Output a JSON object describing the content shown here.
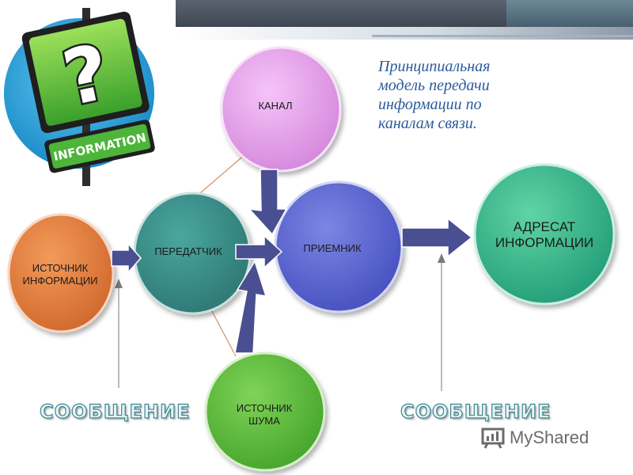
{
  "slide": {
    "title_lines": [
      "Принципиальная",
      "модель передачи",
      "информации по",
      "каналам связи."
    ]
  },
  "logo": {
    "sign_text": "INFORMATION",
    "symbol": "?"
  },
  "nodes": {
    "source": {
      "lines": [
        "ИСТОЧНИК",
        "ИНФОРМАЦИИ"
      ],
      "color": "#e07a3c"
    },
    "transmitter": {
      "lines": [
        "ПЕРЕДАТЧИК"
      ],
      "color": "#3c8f8a"
    },
    "channel": {
      "lines": [
        "КАНАЛ"
      ],
      "color": "#e9a3ee"
    },
    "receiver": {
      "lines": [
        "ПРИЕМНИК"
      ],
      "color": "#5a64cf"
    },
    "noise": {
      "lines": [
        "ИСТОЧНИК",
        "ШУМА"
      ],
      "color": "#5cb53b"
    },
    "recipient": {
      "lines": [
        "АДРЕСАТ",
        "ИНФОРМАЦИИ"
      ],
      "color": "#35b58d"
    }
  },
  "labels": {
    "message_left": "СООБЩЕНИЕ",
    "message_right": "СООБЩЕНИЕ"
  },
  "watermark": {
    "text": "MyShared"
  },
  "colors": {
    "arrow": "#4a4f92",
    "title": "#2a5b9c",
    "message_outline": "#3b8790"
  }
}
